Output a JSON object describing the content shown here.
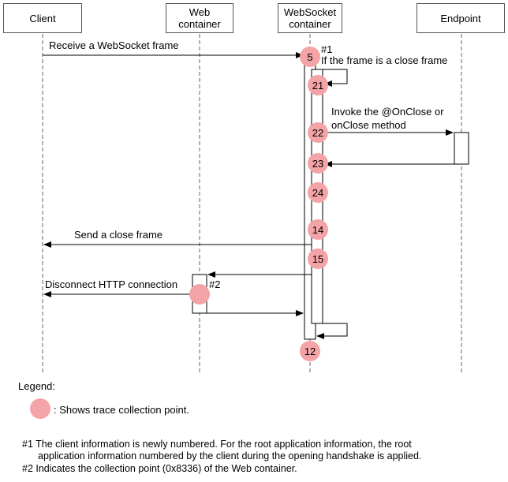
{
  "lifelines": {
    "client": "Client",
    "web_container_line1": "Web",
    "web_container_line2": "container",
    "websocket_container_line1": "WebSocket",
    "websocket_container_line2": "container",
    "endpoint": "Endpoint"
  },
  "messages": {
    "receive_frame": "Receive a WebSocket frame",
    "note1_mark": "#1",
    "close_frame_condition": "If the frame is a close frame",
    "invoke_line1": "Invoke the @OnClose or",
    "invoke_line2": "onClose method",
    "send_close": "Send a close frame",
    "disconnect": "Disconnect HTTP connection",
    "note2_mark": "#2"
  },
  "trace_points": [
    "5",
    "21",
    "22",
    "23",
    "24",
    "14",
    "15",
    "12"
  ],
  "legend": {
    "title": "Legend:",
    "marker_desc": ": Shows trace collection point.",
    "marker_color": "#f4a3a6"
  },
  "footnotes": {
    "f1_line1": "#1 The client information is newly numbered. For the root application information, the root",
    "f1_line2": "application information numbered by the client during the opening handshake is applied.",
    "f2": "#2 Indicates the collection point (0x8336) of the Web container."
  }
}
